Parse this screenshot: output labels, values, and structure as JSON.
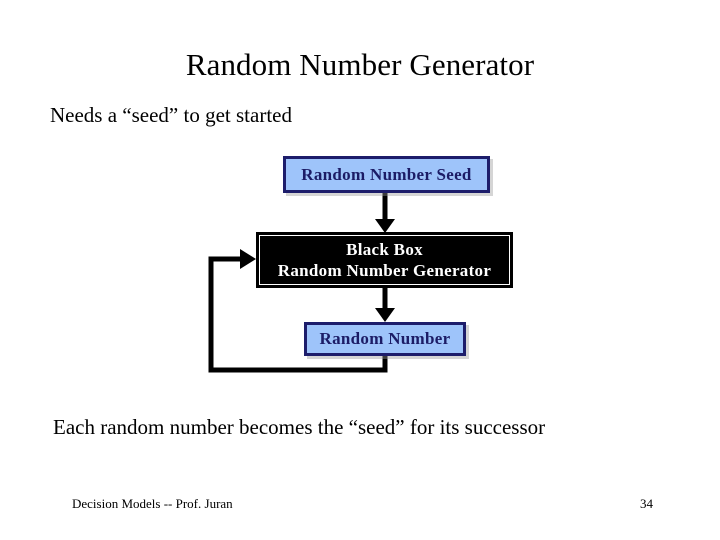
{
  "slide": {
    "title": "Random Number Generator",
    "intro_text": "Needs a “seed” to get started",
    "conclusion_text": "Each random number becomes the “seed” for its successor",
    "footer": "Decision Models  --   Prof. Juran",
    "page_number": "34"
  },
  "diagram": {
    "type": "flowchart",
    "nodes": [
      {
        "id": "seed",
        "label": "Random Number Seed",
        "style": "blue",
        "fill": "#9EC4FA",
        "border": "#1D1D6B",
        "text_color": "#1C1C66"
      },
      {
        "id": "black-box",
        "label_line1": "Black Box",
        "label_line2": "Random Number Generator",
        "style": "black",
        "fill": "#000000",
        "border": "#FFFFFF",
        "text_color": "#FFFFFF"
      },
      {
        "id": "random-number",
        "label": "Random Number",
        "style": "blue",
        "fill": "#9EC4FA",
        "border": "#1D1D6B",
        "text_color": "#1C1C66"
      }
    ],
    "edges": [
      {
        "id": "seed-to-blackbox",
        "from": "seed",
        "to": "black-box",
        "direction": "down"
      },
      {
        "id": "blackbox-to-number",
        "from": "black-box",
        "to": "random-number",
        "direction": "down"
      },
      {
        "id": "feedback-loop",
        "from": "random-number",
        "to": "black-box",
        "direction": "left-up-right"
      }
    ],
    "line_color": "#000000"
  }
}
